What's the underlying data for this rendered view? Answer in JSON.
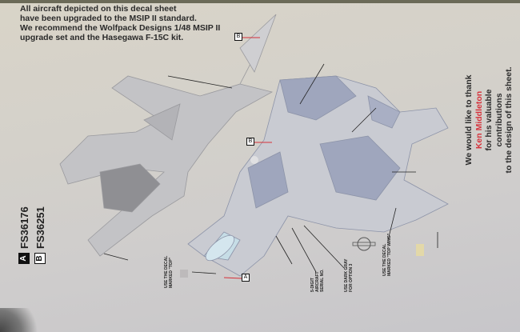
{
  "intro": {
    "lines": [
      "All aircraft depicted on this decal sheet",
      "have been upgraded to the MSIP II standard.",
      "We recommend the Wolfpack Designs 1/48 MSIP II",
      "upgrade set and the Hasegawa F-15C kit."
    ]
  },
  "legend": [
    {
      "key": "A",
      "code": "FS36176"
    },
    {
      "key": "B",
      "code": "FS36251"
    }
  ],
  "thanks": {
    "line1": "We would like to thank",
    "name": "Ken Middleton",
    "line2": "for his valuable contributions",
    "line3": "to the design of this sheet."
  },
  "notes": {
    "top_decal": [
      "USE THE DECAL",
      "MARKED \"TOP\""
    ],
    "serial": [
      "5-DIGIT",
      "AIRCRAFT",
      "SERIAL NO."
    ],
    "dark_gray": [
      "USE DARK GRAY",
      "FOR OPTION 3"
    ],
    "top_wing": [
      "USE THE DECAL",
      "MARKED \"TOP WING\""
    ]
  },
  "callouts": {
    "a": "A",
    "b": "B"
  },
  "colors": {
    "light_gray": "#c3c3c6",
    "dark_gray": "#9fa6bd",
    "accent_red": "#d6303a"
  }
}
